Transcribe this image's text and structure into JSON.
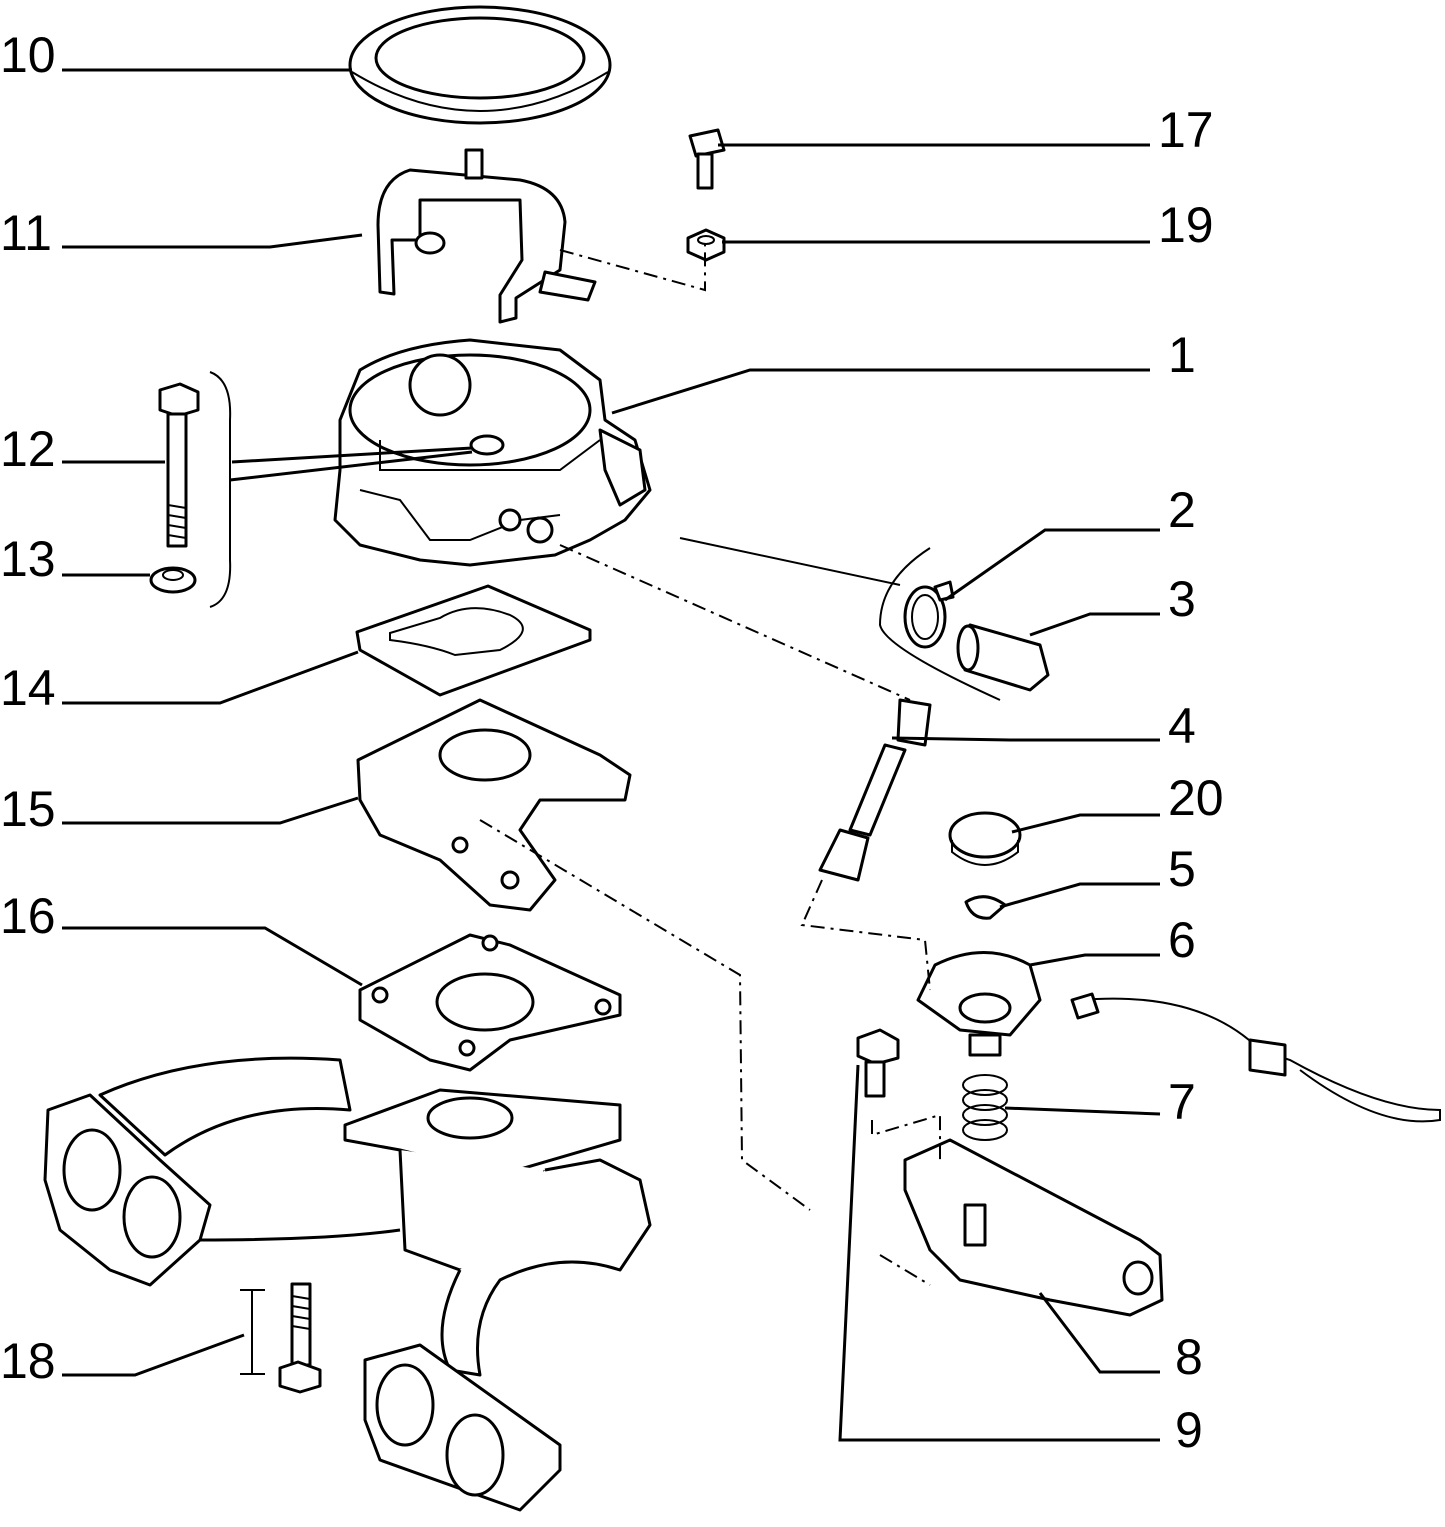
{
  "diagram": {
    "type": "exploded parts diagram",
    "colors": {
      "ink": "#000000",
      "paper": "#ffffff"
    },
    "callouts": [
      {
        "id": "c10",
        "label": "10"
      },
      {
        "id": "c11",
        "label": "11"
      },
      {
        "id": "c12",
        "label": "12"
      },
      {
        "id": "c13",
        "label": "13"
      },
      {
        "id": "c14",
        "label": "14"
      },
      {
        "id": "c15",
        "label": "15"
      },
      {
        "id": "c16",
        "label": "16"
      },
      {
        "id": "c18",
        "label": "18"
      },
      {
        "id": "c17",
        "label": "17"
      },
      {
        "id": "c19",
        "label": "19"
      },
      {
        "id": "c1",
        "label": "1"
      },
      {
        "id": "c2",
        "label": "2"
      },
      {
        "id": "c3",
        "label": "3"
      },
      {
        "id": "c4",
        "label": "4"
      },
      {
        "id": "c20",
        "label": "20"
      },
      {
        "id": "c5",
        "label": "5"
      },
      {
        "id": "c6",
        "label": "6"
      },
      {
        "id": "c7",
        "label": "7"
      },
      {
        "id": "c8",
        "label": "8"
      },
      {
        "id": "c9",
        "label": "9"
      }
    ]
  }
}
